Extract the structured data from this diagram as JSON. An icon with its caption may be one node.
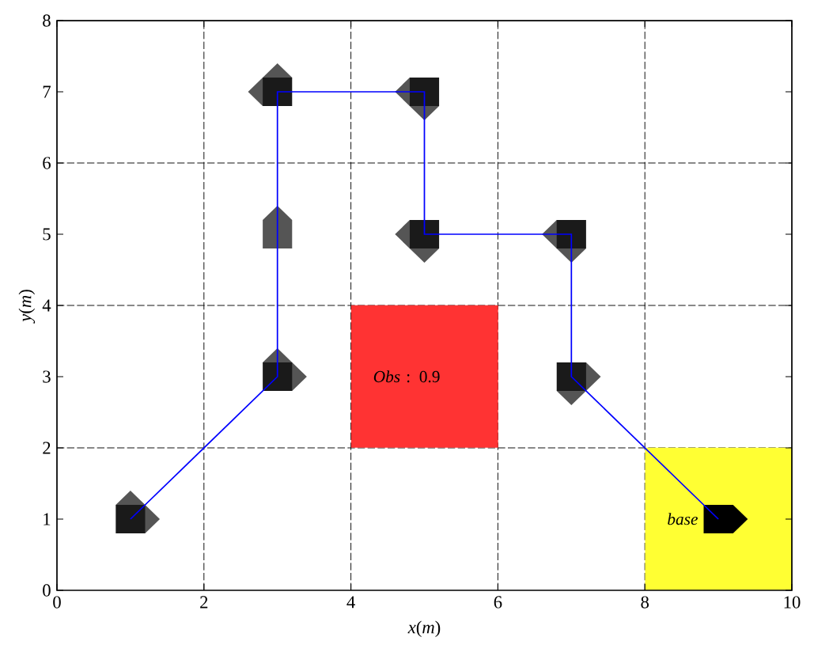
{
  "diagram": {
    "nodes": [
      {
        "text": [
          "*Obs* : 0.9"
        ]
      },
      {
        "text": [
          "base"
        ]
      }
    ],
    "chart_data": {
      "type": "line",
      "xlabel": "*x*(*m*)",
      "ylabel": "*y*(*m*)",
      "x": [
        1,
        3,
        3,
        5,
        5,
        7,
        7,
        9
      ],
      "series": [
        {
          "color": "#0000ff",
          "values": [
            1,
            3,
            7,
            7,
            5,
            5,
            3,
            1
          ]
        }
      ],
      "xlim": [
        0,
        10
      ],
      "ylim": [
        0,
        8
      ],
      "xticks": [
        0,
        2,
        4,
        6,
        8,
        10
      ],
      "yticks": [
        0,
        1,
        2,
        3,
        4,
        5,
        6,
        7,
        8
      ]
    }
  }
}
